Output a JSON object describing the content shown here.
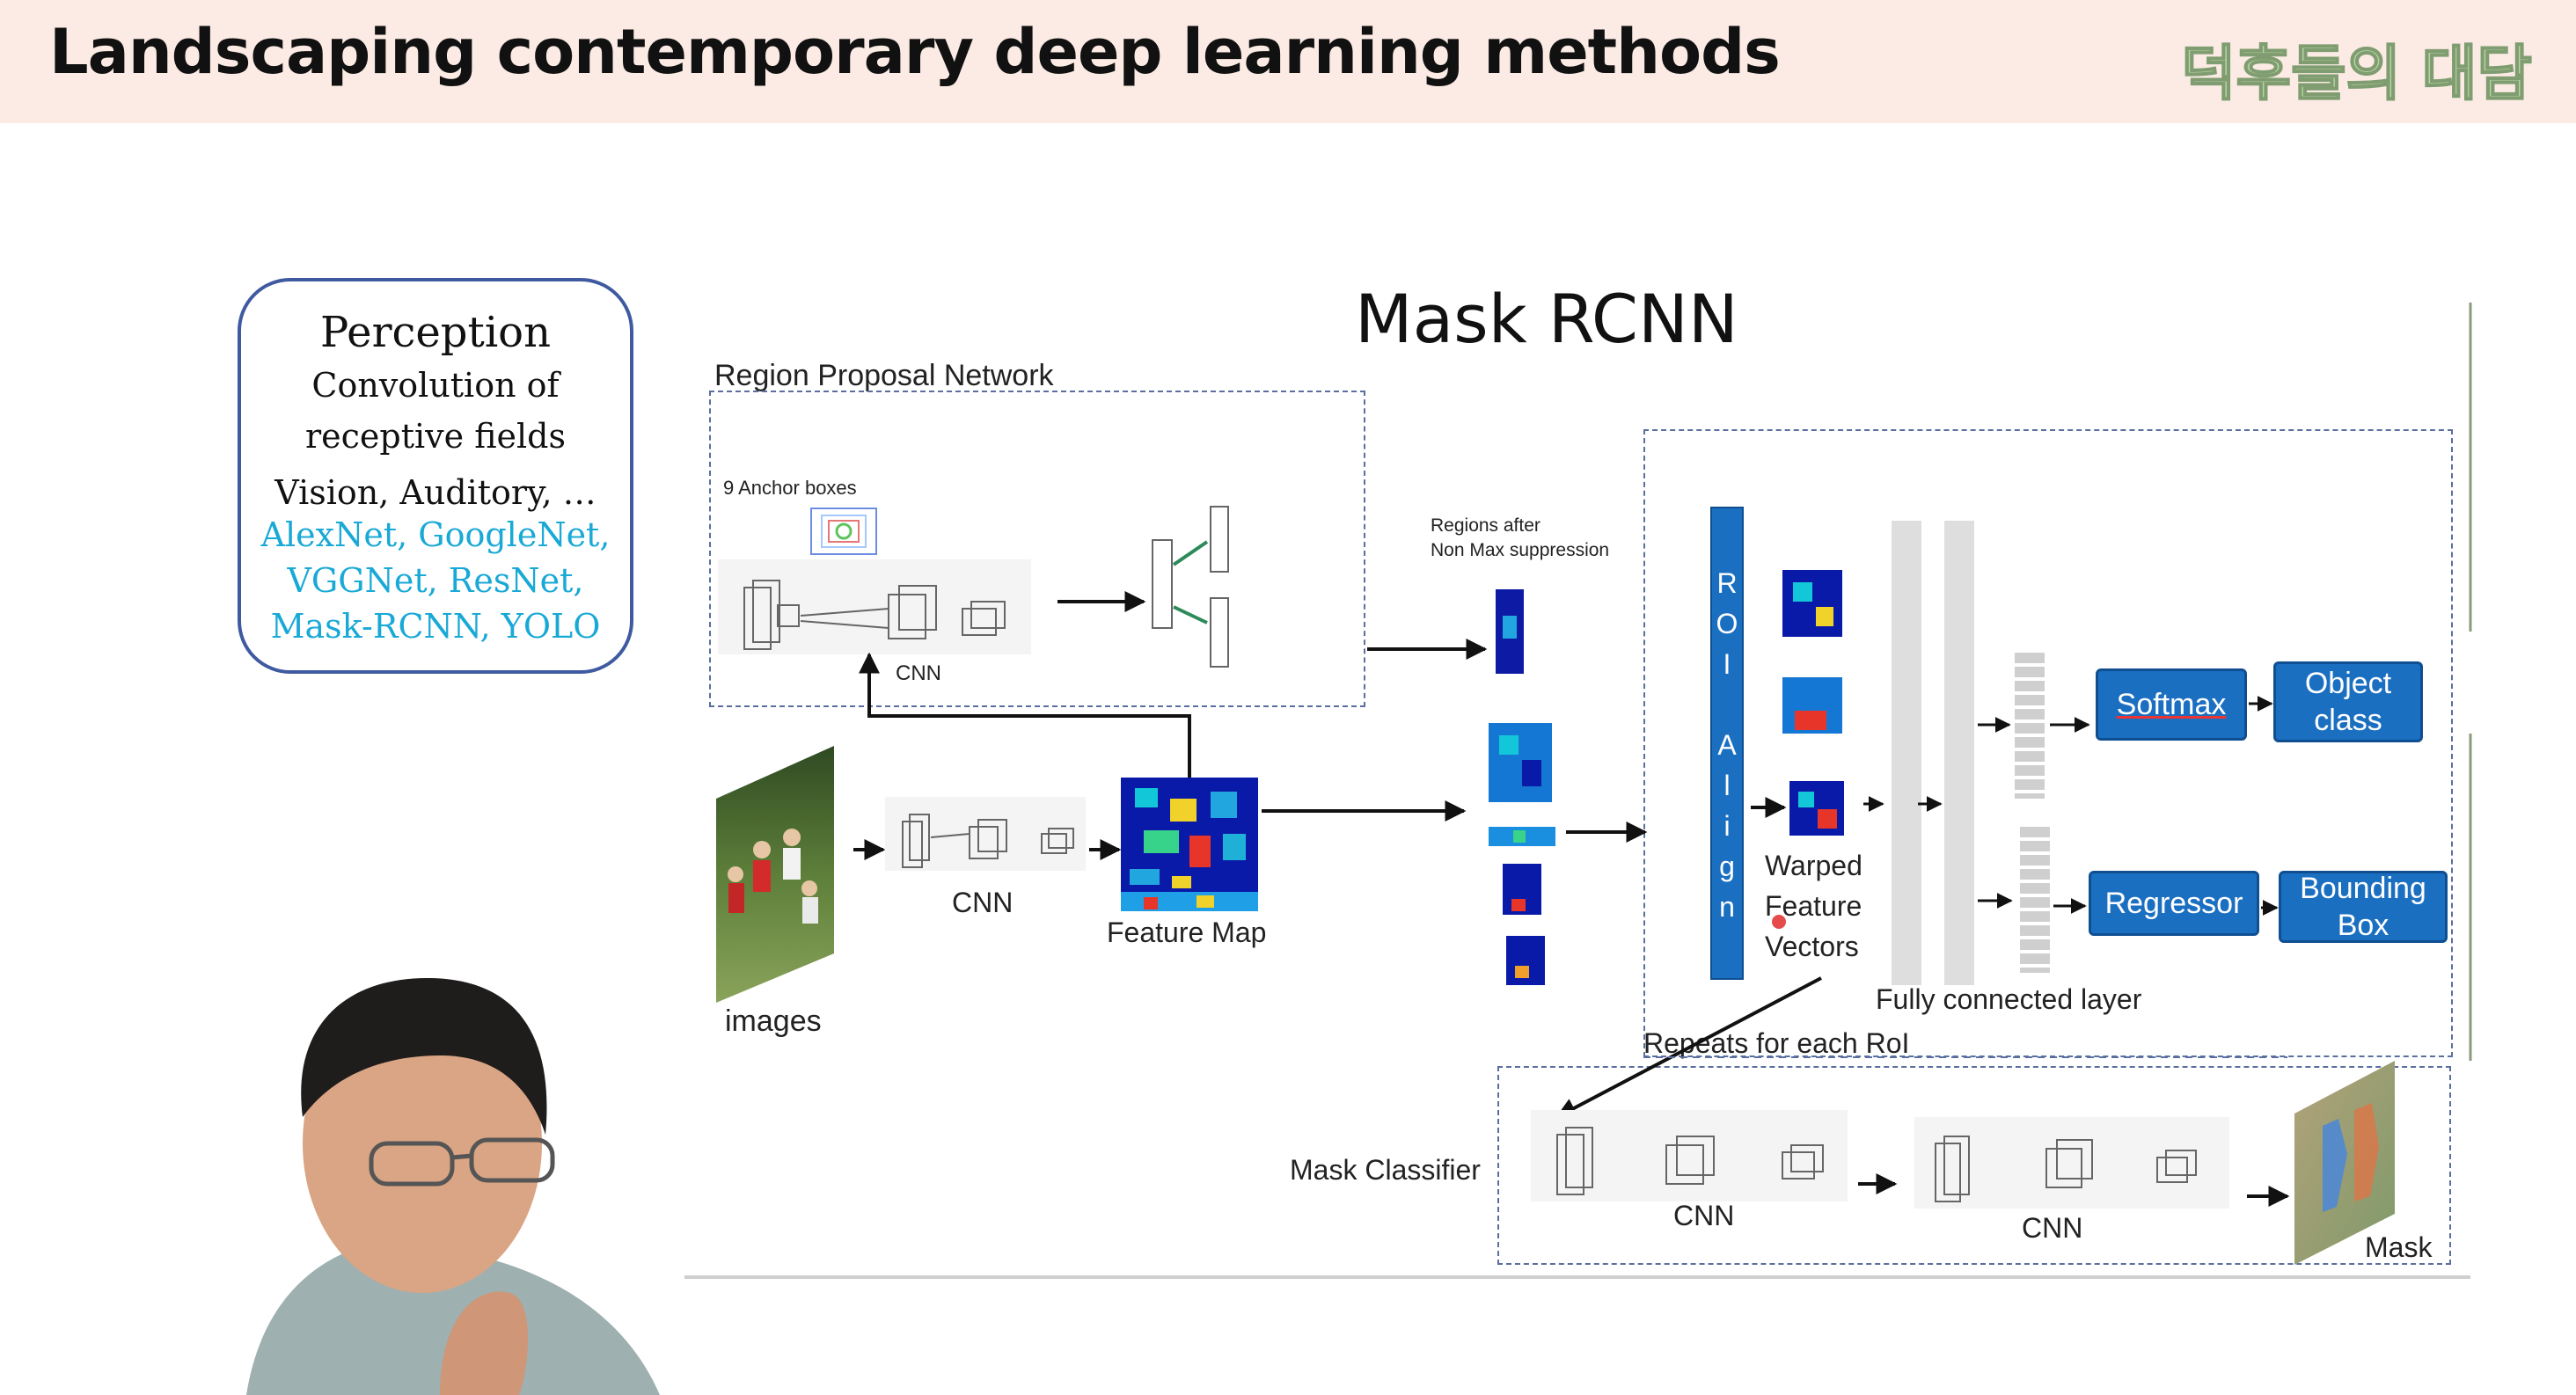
{
  "header": {
    "title": "Landscaping contemporary deep learning methods",
    "logo": "덕후들의 대담"
  },
  "perception": {
    "heading": "Perception",
    "line1": "Convolution of",
    "line2": "receptive fields",
    "line3": "Vision, Auditory, …",
    "line4": "AlexNet, GoogleNet,",
    "line5": "VGGNet, ResNet,",
    "line6": "Mask-RCNN, YOLO"
  },
  "diagram": {
    "title": "Mask RCNN",
    "rpn_label": "Region Proposal Network",
    "anchor_label": "9 Anchor boxes",
    "cnn_small": "CNN",
    "regions_label1": "Regions after",
    "regions_label2": "Non Max suppression",
    "images_label": "images",
    "cnn_label": "CNN",
    "feature_map_label": "Feature Map",
    "roi_align": [
      "R",
      "O",
      "I",
      "",
      "A",
      "l",
      "i",
      "g",
      "n"
    ],
    "warped1": "Warped",
    "warped2": "Feature",
    "warped3": "Vectors",
    "fc_label": "Fully connected layer",
    "softmax": "Softmax",
    "object_class1": "Object",
    "object_class2": "class",
    "regressor": "Regressor",
    "bbox1": "Bounding",
    "bbox2": "Box",
    "repeats": "Repeats for each RoI",
    "mask_classifier": "Mask Classifier",
    "mask_cnn1": "CNN",
    "mask_cnn2": "CNN",
    "mask_label": "Mask"
  },
  "colors": {
    "accent_blue": "#1b6fc1",
    "perception_text": "#19a9d6",
    "header_bg": "#fbebe4"
  }
}
